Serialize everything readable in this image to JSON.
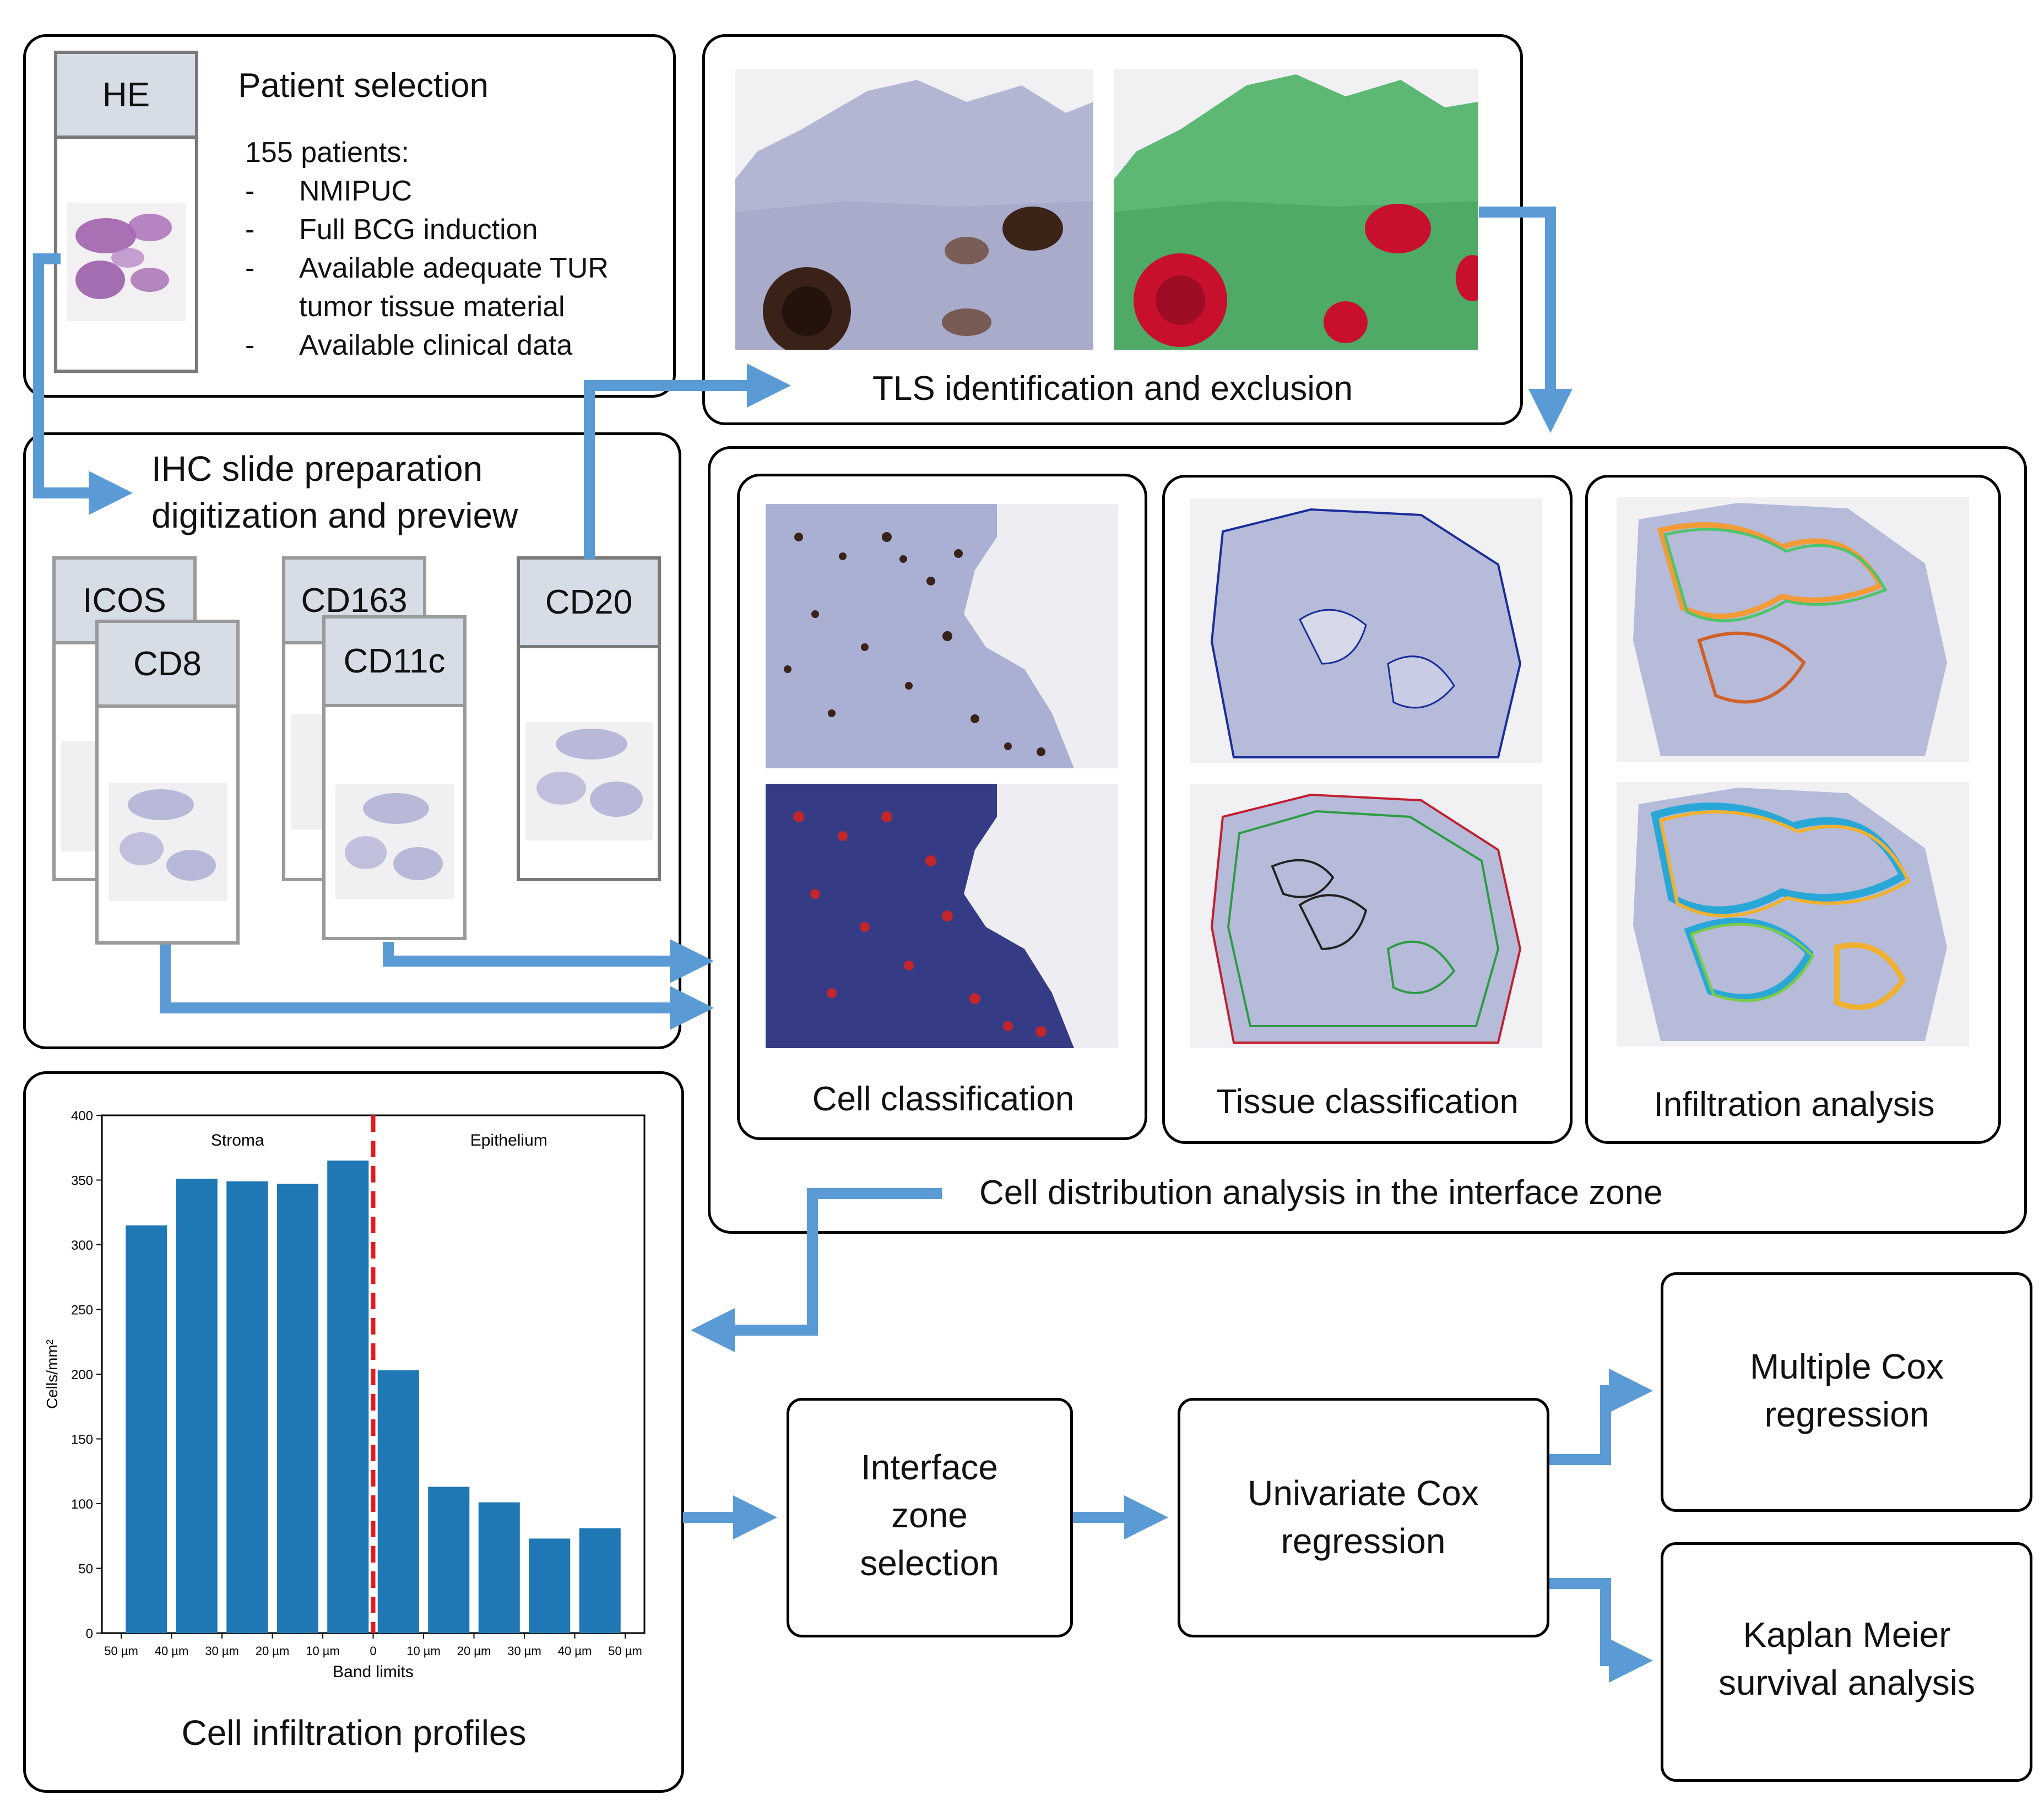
{
  "colors": {
    "arrow": "#5b9bd5",
    "bar": "#1f77b4",
    "divider": "#e41a1c",
    "card_header": "#d7dde6"
  },
  "patient_selection": {
    "card_label": "HE",
    "title": "Patient selection",
    "count_line": "155 patients:",
    "bullets": [
      "NMIPUC",
      "Full BCG induction",
      "Available adequate TUR",
      "tumor tissue material",
      "Available clinical data"
    ],
    "dash": "-"
  },
  "ihc": {
    "title_line1": "IHC slide preparation",
    "title_line2": "digitization and preview",
    "cards": [
      "ICOS",
      "CD8",
      "CD163",
      "CD11c",
      "CD20"
    ]
  },
  "tls": {
    "caption": "TLS identification and exclusion"
  },
  "distribution": {
    "caption": "Cell distribution analysis in the interface zone",
    "panels": [
      "Cell classification",
      "Tissue classification",
      "Infiltration analysis"
    ]
  },
  "profiles": {
    "caption": "Cell infiltration profiles"
  },
  "flow": {
    "interface_zone": [
      "Interface",
      "zone",
      "selection"
    ],
    "univariate": [
      "Univariate Cox",
      "regression"
    ],
    "multiple": [
      "Multiple Cox",
      "regression"
    ],
    "kaplan": [
      "Kaplan Meier",
      "survival analysis"
    ]
  },
  "chart_data": {
    "type": "bar",
    "categories": [
      "50 µm",
      "40 µm",
      "30 µm",
      "20 µm",
      "10 µm",
      "0",
      "10 µm",
      "20 µm",
      "30 µm",
      "40 µm",
      "50 µm"
    ],
    "series": [
      {
        "values": [
          315,
          351,
          349,
          347,
          365,
          203,
          113,
          101,
          73,
          81
        ]
      }
    ],
    "region_labels": [
      "Stroma",
      "Epithelium"
    ],
    "xlabel": "Band limits",
    "ylabel": "Cells/mm²",
    "ylim": [
      0,
      400
    ],
    "yticks": [
      0,
      50,
      100,
      150,
      200,
      250,
      300,
      350,
      400
    ],
    "divider_at": "0",
    "grid": false
  }
}
